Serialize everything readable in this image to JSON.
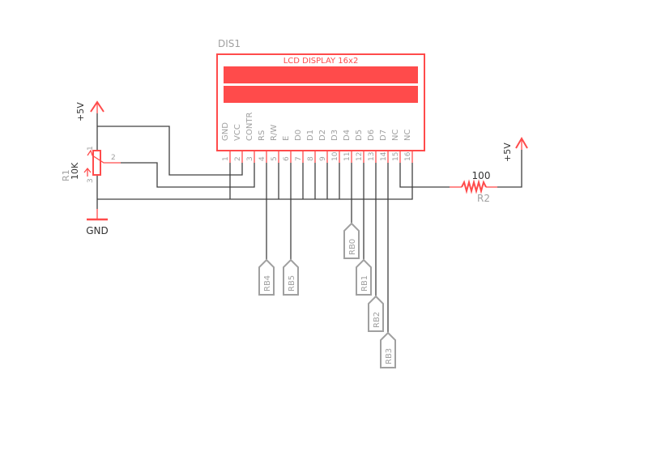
{
  "colors": {
    "part": "#ff4b4b",
    "wire": "#404040",
    "label": "#a0a0a0"
  },
  "display": {
    "ref": "DIS1",
    "title": "LCD DISPLAY 16x2",
    "pins": [
      {
        "num": "1",
        "name": "GND"
      },
      {
        "num": "2",
        "name": "VCC"
      },
      {
        "num": "3",
        "name": "CONTR"
      },
      {
        "num": "4",
        "name": "RS"
      },
      {
        "num": "5",
        "name": "R/W"
      },
      {
        "num": "6",
        "name": "E"
      },
      {
        "num": "7",
        "name": "D0"
      },
      {
        "num": "8",
        "name": "D1"
      },
      {
        "num": "9",
        "name": "D2"
      },
      {
        "num": "10",
        "name": "D3"
      },
      {
        "num": "11",
        "name": "D4"
      },
      {
        "num": "12",
        "name": "D5"
      },
      {
        "num": "13",
        "name": "D6"
      },
      {
        "num": "14",
        "name": "D7"
      },
      {
        "num": "15",
        "name": "NC"
      },
      {
        "num": "16",
        "name": "NC"
      }
    ]
  },
  "pot": {
    "ref": "R1",
    "value": "10K",
    "pin1": "1",
    "pin2": "2",
    "pin3": "3"
  },
  "power": {
    "vcc_left": "+5V",
    "vcc_right": "+5V",
    "gnd": "GND"
  },
  "resistor": {
    "ref": "R2",
    "value": "100"
  },
  "net_labels": [
    "RB4",
    "RB5",
    "RB0",
    "RB1",
    "RB2",
    "RB3"
  ]
}
